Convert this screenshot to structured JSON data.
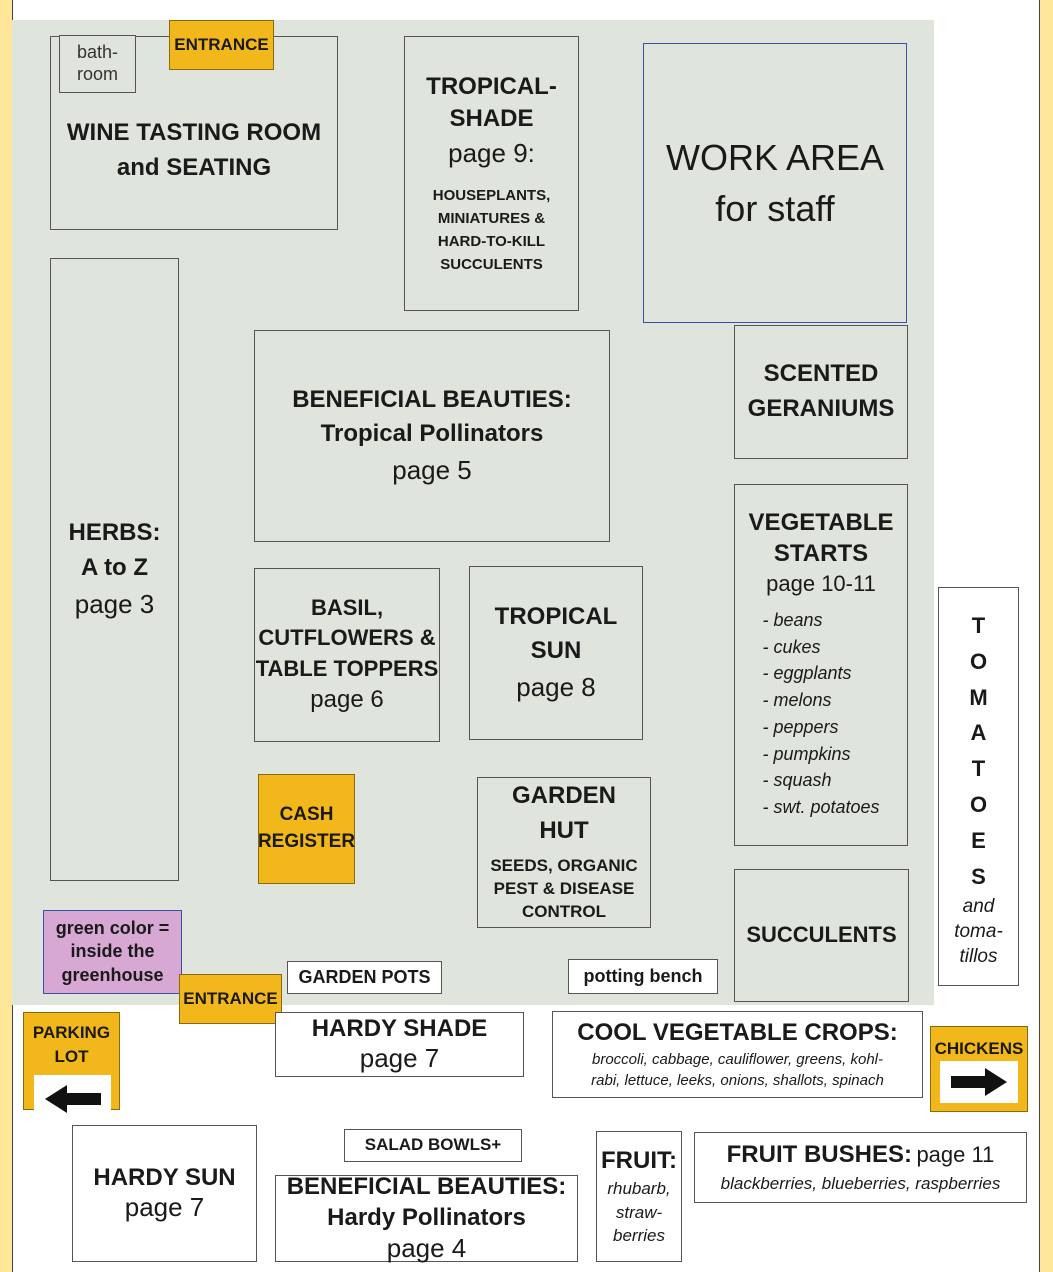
{
  "legend": {
    "text": "green color = inside the greenhouse"
  },
  "rooms": {
    "bathroom": "bath-\nroom",
    "entrance_top": "ENTRANCE",
    "wine": {
      "line1": "WINE TASTING ROOM",
      "line2": "and SEATING"
    },
    "tropical_shade": {
      "title1": "TROPICAL-",
      "title2": "SHADE",
      "page": "page 9:",
      "sub1": "HOUSEPLANTS,",
      "sub2": "MINIATURES &",
      "sub3": "HARD-TO-KILL",
      "sub4": "SUCCULENTS"
    },
    "work_area": {
      "line1": "WORK AREA",
      "line2": "for staff"
    },
    "herbs": {
      "line1": "HERBS:",
      "line2": "A to Z",
      "page": "page 3"
    },
    "beneficial_tropical": {
      "line1": "BENEFICIAL BEAUTIES:",
      "line2": "Tropical Pollinators",
      "page": "page 5"
    },
    "scented": {
      "line1": "SCENTED",
      "line2": "GERANIUMS"
    },
    "vegetable": {
      "line1": "VEGETABLE",
      "line2": "STARTS",
      "page": "page 10-11",
      "items": [
        "- beans",
        "- cukes",
        "- eggplants",
        "- melons",
        "- peppers",
        "- pumpkins",
        "- squash",
        "- swt. potatoes"
      ]
    },
    "basil": {
      "line1": "BASIL,",
      "line2": "CUTFLOWERS &",
      "line3": "TABLE TOPPERS",
      "page": "page 6"
    },
    "tropical_sun": {
      "line1": "TROPICAL",
      "line2": "SUN",
      "page": "page 8"
    },
    "cash": {
      "line1": "CASH",
      "line2": "REGISTER"
    },
    "garden_hut": {
      "line1": "GARDEN",
      "line2": "HUT",
      "sub1": "SEEDS, ORGANIC",
      "sub2": "PEST & DISEASE",
      "sub3": "CONTROL"
    },
    "succulents": "SUCCULENTS",
    "tomatoes": {
      "letters": [
        "T",
        "O",
        "M",
        "A",
        "T",
        "O",
        "E",
        "S"
      ],
      "sub1": "and",
      "sub2": "toma-",
      "sub3": "tillos"
    },
    "garden_pots": "GARDEN POTS",
    "potting_bench": "potting bench",
    "entrance_bottom": "ENTRANCE"
  },
  "outdoor": {
    "parking": {
      "line1": "PARKING",
      "line2": "LOT"
    },
    "hardy_shade": {
      "line1": "HARDY SHADE",
      "page": "page 7"
    },
    "cool_veg": {
      "title": "COOL VEGETABLE CROPS:",
      "sub1": "broccoli, cabbage, cauliflower, greens, kohl-",
      "sub2": "rabi, lettuce, leeks, onions, shallots, spinach"
    },
    "chickens": "CHICKENS",
    "hardy_sun": {
      "line1": "HARDY SUN",
      "page": "page 7"
    },
    "salad": "SALAD BOWLS+",
    "beneficial_hardy": {
      "line1": "BENEFICIAL BEAUTIES:",
      "line2": "Hardy Pollinators",
      "page": "page 4"
    },
    "fruit": {
      "title": "FRUIT:",
      "sub1": "rhubarb,",
      "sub2": "straw-",
      "sub3": "berries"
    },
    "fruit_bushes": {
      "title": "FRUIT BUSHES:",
      "page": "page 11",
      "sub": "blackberries, blueberries, raspberries"
    }
  },
  "colors": {
    "background": "#ffe79a",
    "greenhouse": "#dfe5dc",
    "orange": "#f2b71a",
    "legend": "#d7a8d3"
  }
}
